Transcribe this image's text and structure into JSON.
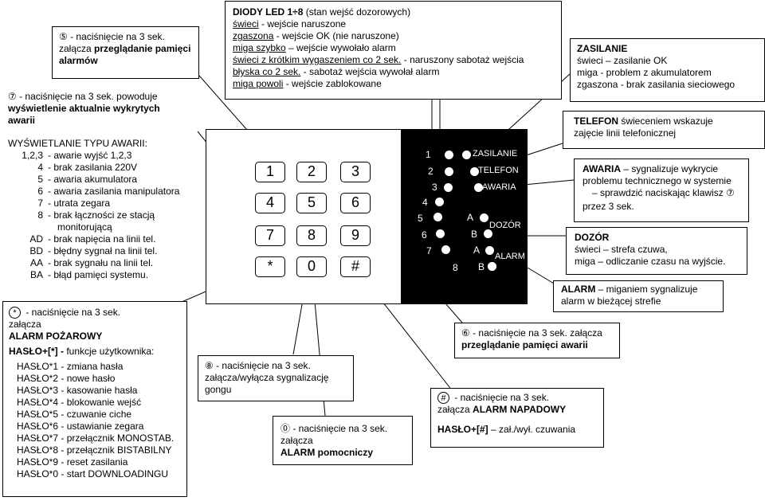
{
  "diody": {
    "title_bold": "DIODY LED 1÷8",
    "title_rest": " (stan wejść dozorowych)",
    "l1_u": "świeci",
    "l1_r": " - wejście naruszone",
    "l2_u": "zgaszona",
    "l2_r": " - wejście OK (nie naruszone)",
    "l3_u": "miga szybko",
    "l3_r": " – wejście wywołało alarm",
    "l4_u": "świeci z krótkim wygaszeniem co 2 sek.",
    "l4_r": " - naruszony sabotaż wejścia",
    "l5_u": "błyska co 2 sek.",
    "l5_r": " - sabotaż wejścia wywołał alarm",
    "l6_u": "miga powoli",
    "l6_r": " - wejście zablokowane"
  },
  "box5": {
    "num": "⑤",
    "line1": " - naciśnięcie na 3 sek.",
    "line2_pre": "załącza ",
    "line2_bold": "przeglądanie pamięci",
    "line3_bold": "alarmów"
  },
  "left": {
    "p7_num": "⑦",
    "p7_line1": " - naciśnięcie na 3 sek. powoduje",
    "p7_line2": "wyświetlenie aktualnie wykrytych",
    "p7_line3": "awarii",
    "awarie_title": "WYŚWIETLANIE TYPU AWARII:",
    "awarie": [
      {
        "code": "1,2,3",
        "desc": "- awarie wyjść 1,2,3"
      },
      {
        "code": "4",
        "desc": "- brak zasilania 220V"
      },
      {
        "code": "5",
        "desc": "- awaria akumulatora"
      },
      {
        "code": "6",
        "desc": "- awaria zasilania manipulatora"
      },
      {
        "code": "7",
        "desc": "- utrata zegara"
      },
      {
        "code": "8",
        "desc": "- brak łączności ze stacją"
      },
      {
        "code": "",
        "desc": "monitorującą"
      },
      {
        "code": "AD",
        "desc": "- brak napięcia na linii tel."
      },
      {
        "code": "BD",
        "desc": "- błędny sygnał na linii tel."
      },
      {
        "code": "AA",
        "desc": "- brak sygnału na linii tel."
      },
      {
        "code": "BA",
        "desc": "- błąd pamięci systemu."
      }
    ]
  },
  "star_box": {
    "sym": "*",
    "line1": " - naciśnięcie na 3 sek.",
    "line2": "załącza",
    "line3_bold": "ALARM POŻAROWY",
    "haslo_bold": "HASŁO+[*] -",
    "haslo_rest": " funkcje użytkownika:",
    "items": [
      "HASŁO*1 - zmiana hasła",
      "HASŁO*2 - nowe hasło",
      "HASŁO*3 - kasowanie hasła",
      "HASŁO*4 - blokowanie wejść",
      "HASŁO*5 - czuwanie ciche",
      "HASŁO*6 - ustawianie zegara",
      "HASŁO*7 - przełącznik MONOSTAB.",
      "HASŁO*8 - przełącznik BISTABILNY",
      "HASŁO*9 - reset zasilania",
      "HASŁO*0 - start DOWNLOADINGU"
    ]
  },
  "keypad": {
    "keys": [
      "1",
      "2",
      "3",
      "4",
      "5",
      "6",
      "7",
      "8",
      "9",
      "*",
      "0",
      "#"
    ]
  },
  "panel": {
    "nums": [
      "1",
      "2",
      "3",
      "4",
      "5",
      "6",
      "7",
      "8"
    ],
    "zasilanie": "ZASILANIE",
    "telefon": "TELEFON",
    "awaria": "AWARIA",
    "dozor": "DOZÓR",
    "alarm": "ALARM",
    "a1": "A",
    "b1": "B",
    "a2": "A",
    "b2": "B"
  },
  "zasilanie_box": {
    "title": "ZASILANIE",
    "l1": "świeci – zasilanie OK",
    "l2": "miga - problem z akumulatorem",
    "l3": "zgaszona - brak zasilania sieciowego"
  },
  "telefon_box": {
    "bold": "TELEFON",
    "rest": " świeceniem wskazuje",
    "l2": "zajęcie linii telefonicznej"
  },
  "awaria_box": {
    "bold": "AWARIA",
    "rest": " – sygnalizuje wykrycie",
    "l2": "problemu technicznego w systemie",
    "l3": "– sprawdzić naciskając klawisz ⑦",
    "l4": "przez 3 sek."
  },
  "dozor_box": {
    "title": "DOZÓR",
    "l1": "świeci – strefa czuwa,",
    "l2": "miga – odliczanie czasu na wyjście."
  },
  "alarm_box": {
    "bold": "ALARM",
    "rest": " – miganiem sygnalizuje",
    "l2": "alarm w bieżącej strefie"
  },
  "box6": {
    "num": "⑥",
    "l1": " - naciśnięcie na 3 sek. załącza",
    "l2_bold": "przeglądanie pamięci awarii"
  },
  "box8": {
    "num": "⑧",
    "l1": " - naciśnięcie na 3 sek.",
    "l2": "załącza/wyłącza sygnalizację",
    "l3": "gongu"
  },
  "box0": {
    "num": "⓪",
    "l1": " - naciśnięcie na 3 sek.",
    "l2": "załącza",
    "l3_bold": "ALARM pomocniczy"
  },
  "boxhash": {
    "sym": "#",
    "l1": " - naciśnięcie na 3 sek.",
    "l2_pre": "załącza ",
    "l2_bold": "ALARM NAPADOWY",
    "l3_bold": "HASŁO+[#]",
    "l3_rest": " – zał./wył. czuwania"
  }
}
